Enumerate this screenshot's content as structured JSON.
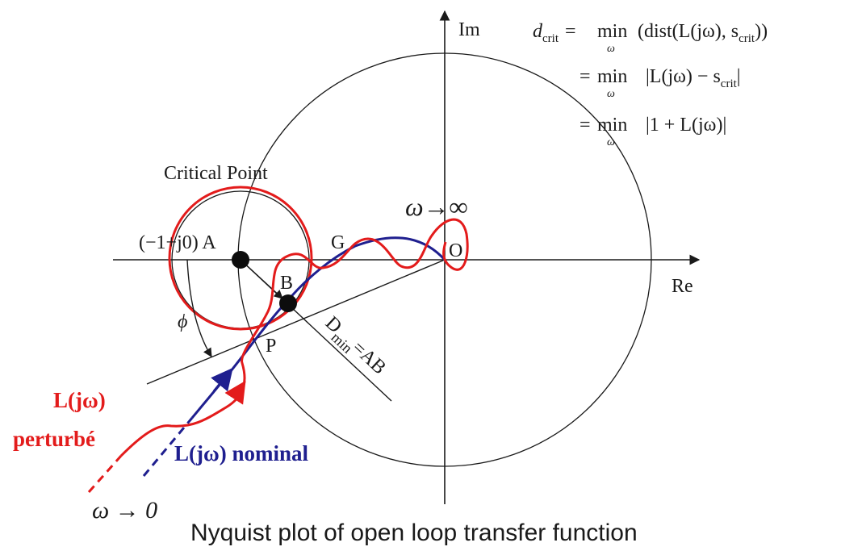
{
  "diagram": {
    "caption": "Nyquist plot of open loop transfer function",
    "axes": {
      "im_label": "Im",
      "re_label": "Re"
    },
    "points": {
      "critical_title": "Critical Point",
      "a_label": "(−1+j0) A",
      "b_label": "B",
      "g_label": "G",
      "o_label": "O",
      "p_label": "P",
      "phi_label": "ϕ",
      "dmin_main": "D",
      "dmin_sub": "min",
      "dmin_rest": "=AB"
    },
    "annotations": {
      "omega_inf": "ω→∞",
      "omega_zero": "ω → 0",
      "perturbed_line1": "L(jω)",
      "perturbed_line2": "perturbé",
      "nominal": "L(jω) nominal"
    },
    "formula": {
      "line1_lhs": "d",
      "line1_lhs_sub": "crit",
      "eq": "=",
      "min": "min",
      "min_sub": "ω",
      "line1_rhs_a": "(dist(L(jω), s",
      "line1_rhs_sub": "crit",
      "line1_rhs_b": "))",
      "line2_rhs_a": "|L(jω) − s",
      "line2_rhs_sub": "crit",
      "line2_rhs_b": "|",
      "line3_rhs": "|1 + L(jω)|"
    },
    "colors": {
      "perturbed": "#e31b1b",
      "nominal": "#1f1f8f",
      "ink": "#1a1a1a"
    }
  }
}
